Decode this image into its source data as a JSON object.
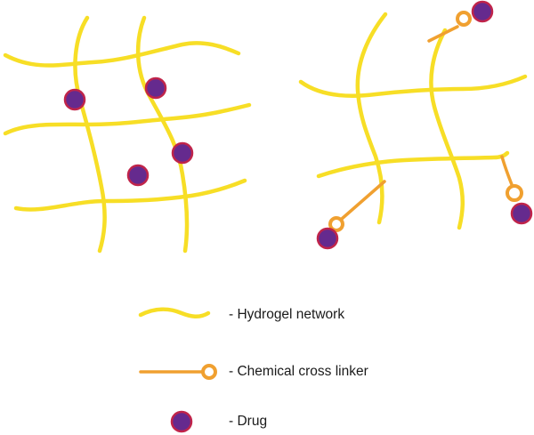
{
  "colors": {
    "hydrogel": "#f7de26",
    "linker": "#f0a030",
    "drug_fill": "#652a8e",
    "drug_stroke": "#c0244a",
    "text": "#1a1a1a",
    "background": "#ffffff"
  },
  "panels": [
    {
      "id": "physical-entrapment",
      "drug_count": 4
    },
    {
      "id": "chemical-conjugation",
      "drug_count": 3,
      "linker_count": 3
    }
  ],
  "legend": {
    "hydrogel_label": "- Hydrogel network",
    "linker_label": "- Chemical cross linker",
    "drug_label": "- Drug"
  }
}
